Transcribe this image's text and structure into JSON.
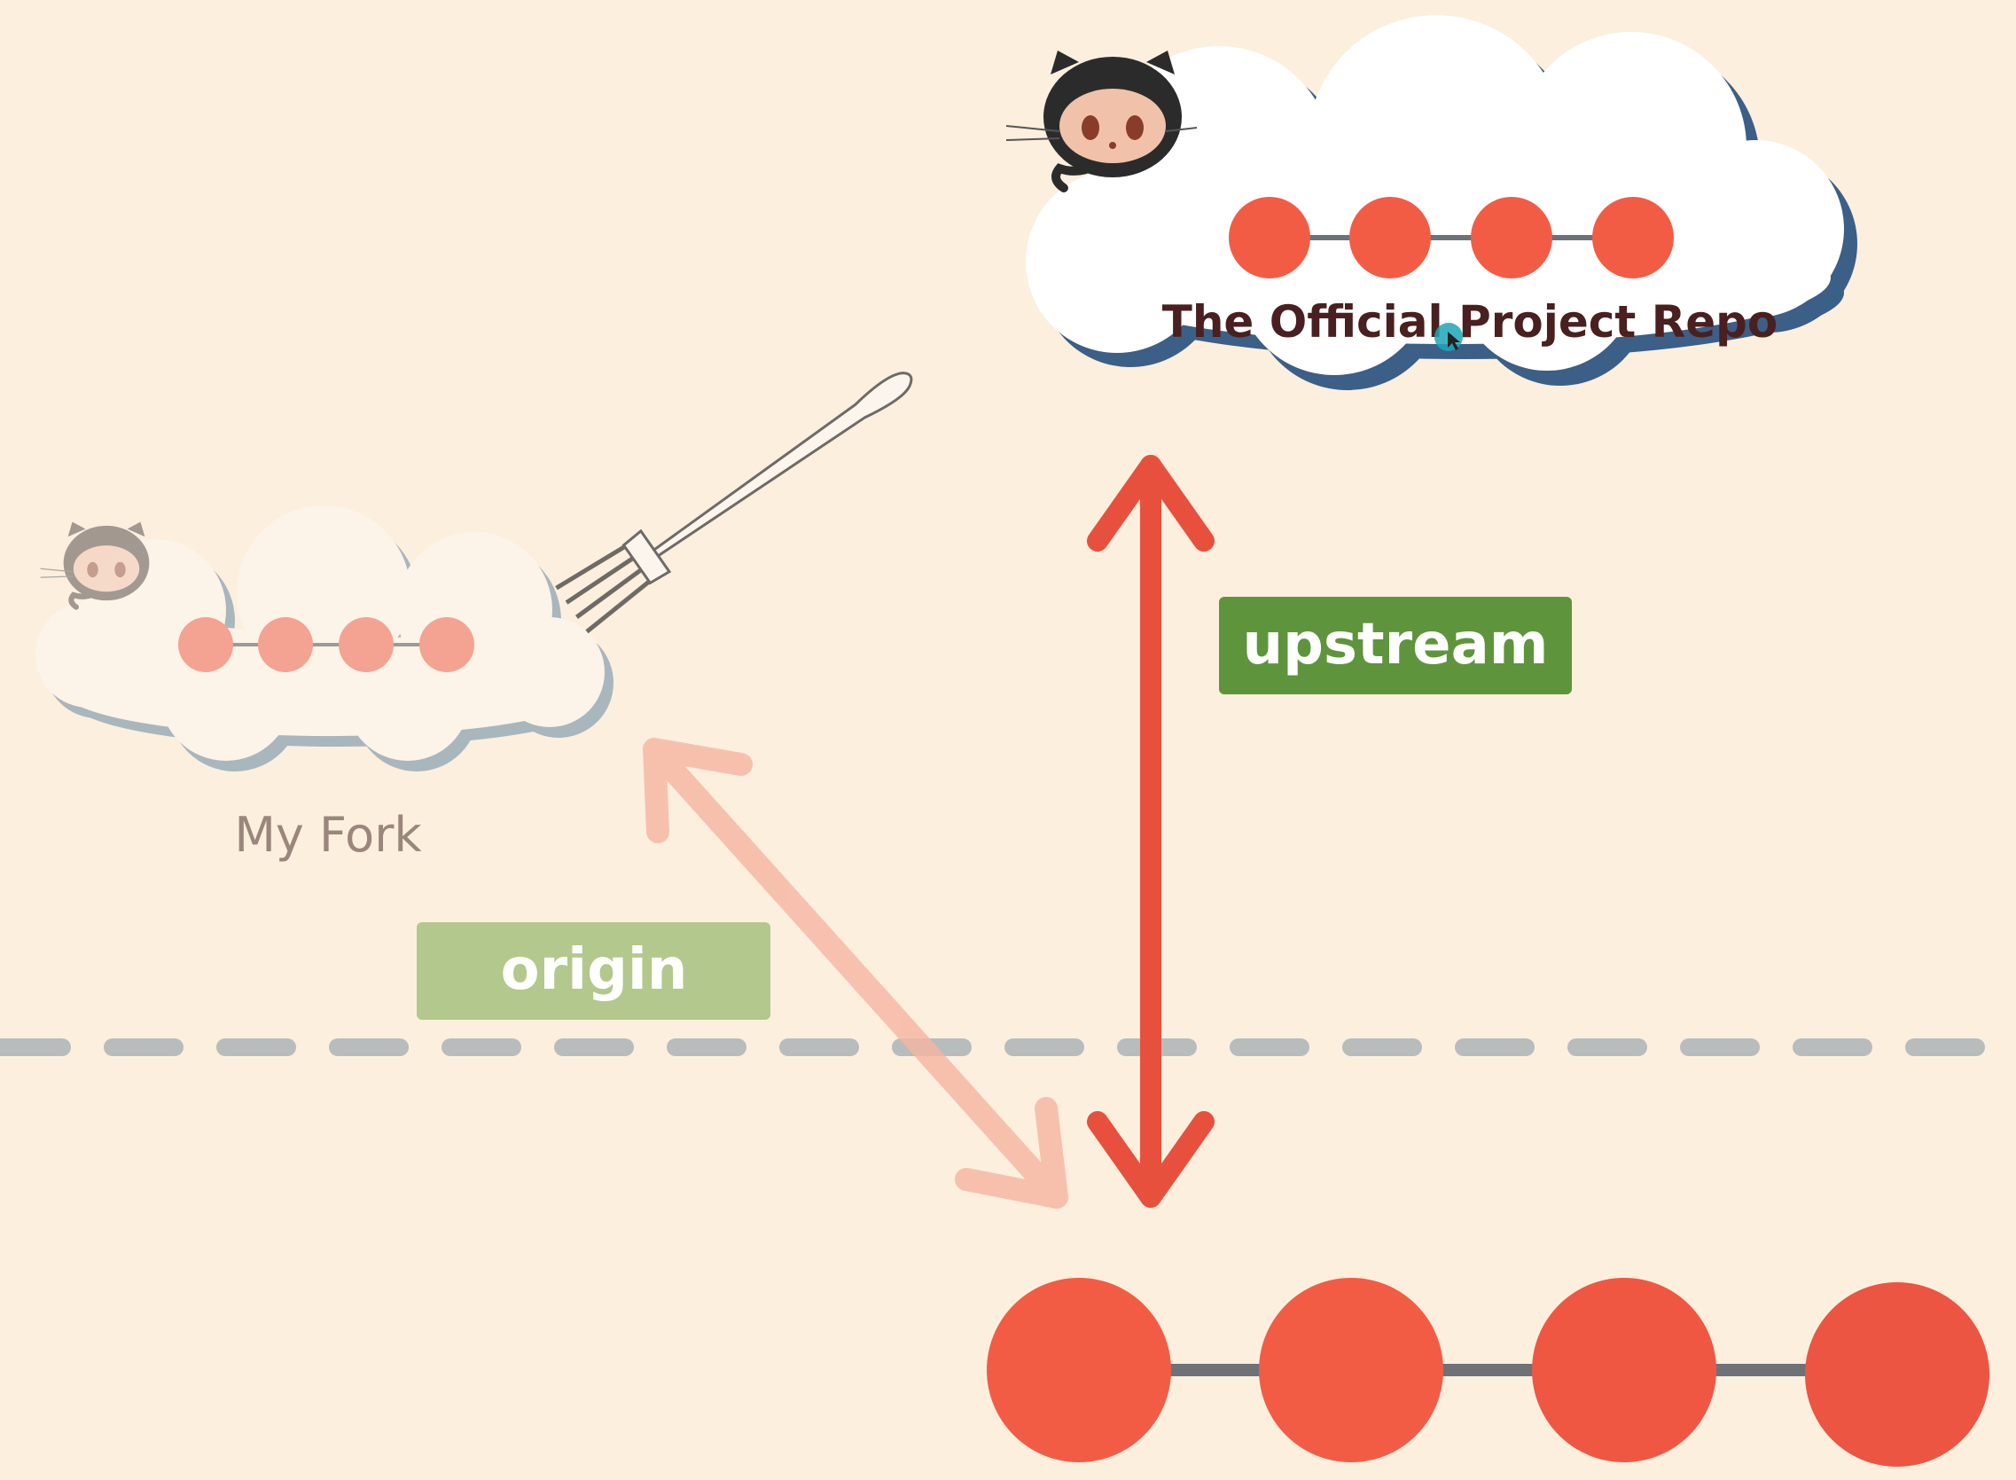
{
  "colors": {
    "background": "#fcefde",
    "commit_red": "#f25c45",
    "commit_faded": "#f4a291",
    "upstream_arrow": "#e8503e",
    "origin_arrow": "#f6b5a2",
    "upstream_label_bg": "#5e953c",
    "origin_label_bg": "#b3c88c",
    "divider": "#b7bcbd",
    "cloud_shadow_official": "#3b5f86",
    "cloud_shadow_fork": "#a4b3bd"
  },
  "official_repo": {
    "label": "The Official Project Repo",
    "mascot_icon": "github-octocat-icon",
    "commits": 4
  },
  "fork": {
    "label": "My Fork",
    "mascot_icon": "github-octocat-icon",
    "commits": 4
  },
  "fork_icon": "fork-icon",
  "remotes": {
    "upstream": "upstream",
    "origin": "origin"
  },
  "local": {
    "commits": 4
  }
}
